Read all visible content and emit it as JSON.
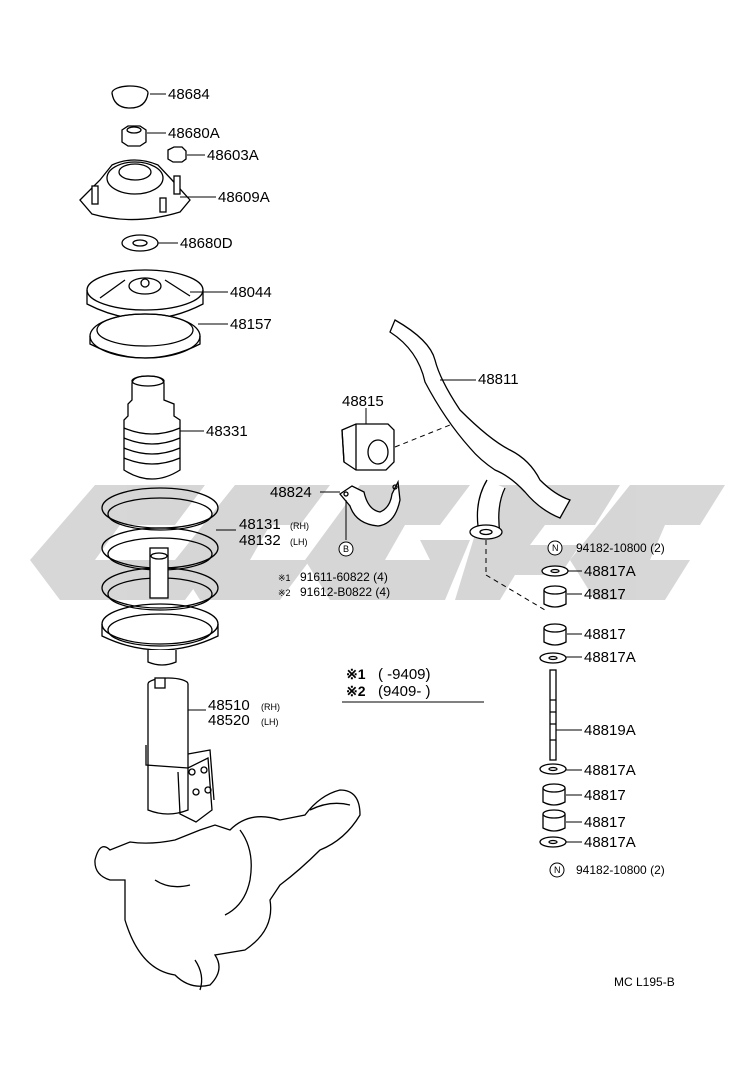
{
  "watermark": {
    "color": "#d0d0d0"
  },
  "parts": {
    "p48684": "48684",
    "p48680A": "48680A",
    "p48603A": "48603A",
    "p48609A": "48609A",
    "p48680D": "48680D",
    "p48044": "48044",
    "p48157": "48157",
    "p48331": "48331",
    "p48131": "48131",
    "p48131_side": "(RH)",
    "p48132": "48132",
    "p48132_side": "(LH)",
    "p48510": "48510",
    "p48510_side": "(RH)",
    "p48520": "48520",
    "p48520_side": "(LH)",
    "p48811": "48811",
    "p48815": "48815",
    "p48824": "48824",
    "bolt_marker": "B",
    "bolt1_mark": "※1",
    "bolt1_no": "91611-60822 (4)",
    "bolt2_mark": "※2",
    "bolt2_no": "91612-B0822 (4)",
    "nut_marker_top": "N",
    "nut_top": "94182-10800 (2)",
    "p48817A_1": "48817A",
    "p48817_1": "48817",
    "p48817_2": "48817",
    "p48817A_2": "48817A",
    "p48819A": "48819A",
    "p48817A_3": "48817A",
    "p48817_3": "48817",
    "p48817_4": "48817",
    "p48817A_4": "48817A",
    "nut_marker_bottom": "N",
    "nut_bottom": "94182-10800 (2)"
  },
  "legend": {
    "row1_mark": "※1",
    "row1_text": "(     -9409)",
    "row2_mark": "※2",
    "row2_text": "(9409-        )"
  },
  "footer": {
    "code": "MC  L195-B"
  }
}
